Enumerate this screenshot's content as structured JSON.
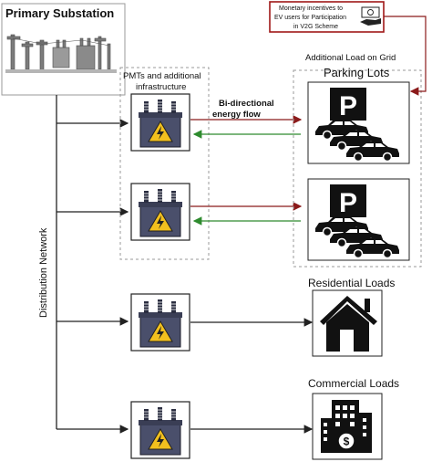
{
  "substation": {
    "title": "Primary Substation"
  },
  "network": {
    "label": "Distribution Network"
  },
  "pmt": {
    "label_line1": "PMTs and additional",
    "label_line2": "infrastructure"
  },
  "flow": {
    "label_line1": "Bi-directional",
    "label_line2": "energy flow"
  },
  "grid": {
    "additional_load": "Additional Load on Grid",
    "parking_title": "Parking Lots"
  },
  "incentive": {
    "line1": "Monetary incentives to",
    "line2": "EV users for Participation",
    "line3": "in V2G Scheme"
  },
  "residential": {
    "title": "Residential Loads"
  },
  "commercial": {
    "title": "Commercial Loads"
  },
  "parking_sign": {
    "letter": "P"
  },
  "colors": {
    "incoming_arrow": "#8b1a1a",
    "return_arrow": "#2e8b2e",
    "transformer_body": "#4a4f6b",
    "warning_yellow": "#f2c01e",
    "incentive_border": "#a01818",
    "line": "#222222"
  }
}
